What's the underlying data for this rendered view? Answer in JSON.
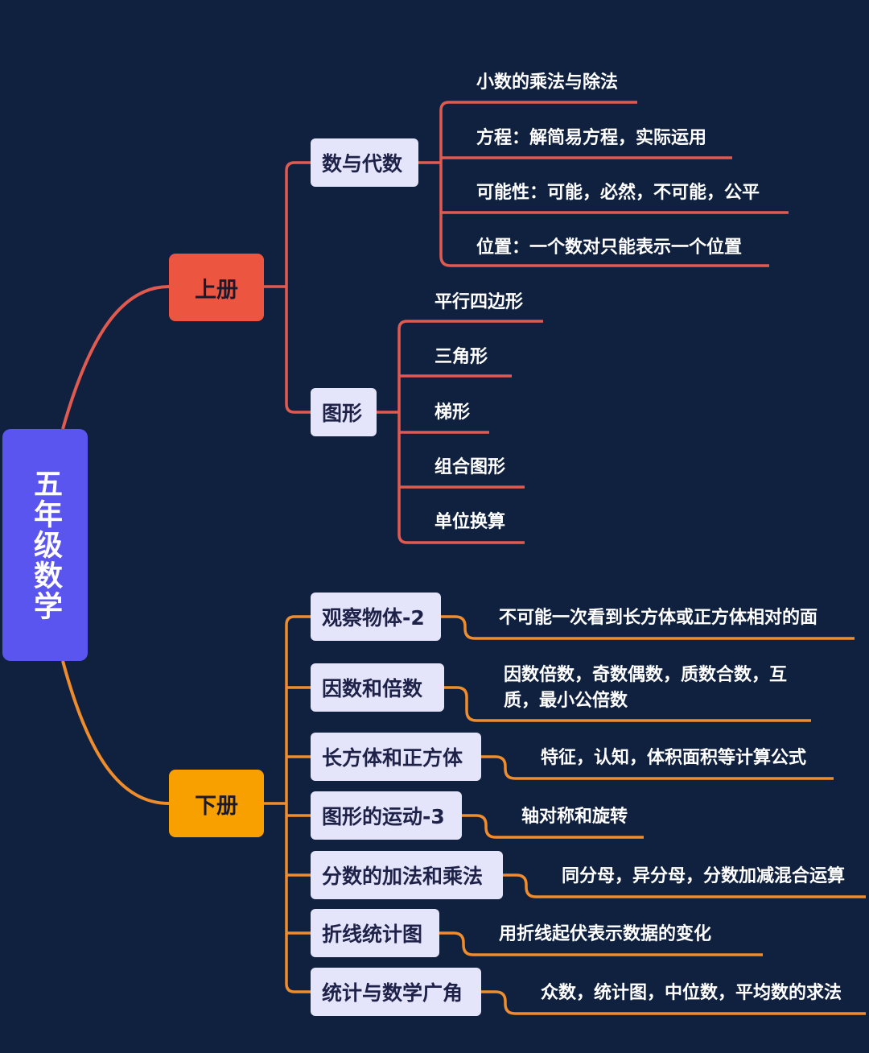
{
  "root": {
    "title": "五年级数学"
  },
  "colors": {
    "background": "#10213f",
    "root": "#5b55f0",
    "upper": "#ec5540",
    "lower": "#f8a000",
    "category": "#e4e4fb",
    "upper_line": "#e15a50",
    "lower_line": "#ef8c2c"
  },
  "upper": {
    "label": "上册",
    "categories": [
      {
        "label": "数与代数",
        "items": [
          "小数的乘法与除法",
          "方程：解简易方程，实际运用",
          "可能性：可能，必然，不可能，公平",
          "位置：一个数对只能表示一个位置"
        ]
      },
      {
        "label": "图形",
        "items": [
          "平行四边形",
          "三角形",
          "梯形",
          "组合图形",
          "单位换算"
        ]
      }
    ]
  },
  "lower": {
    "label": "下册",
    "categories": [
      {
        "label": "观察物体-2",
        "detail": "不可能一次看到长方体或正方体相对的面"
      },
      {
        "label": "因数和倍数",
        "detail": "因数倍数，奇数偶数，质数合数，互质，最小公倍数"
      },
      {
        "label": "长方体和正方体",
        "detail": "特征，认知，体积面积等计算公式"
      },
      {
        "label": "图形的运动-3",
        "detail": "轴对称和旋转"
      },
      {
        "label": "分数的加法和乘法",
        "detail": "同分母，异分母，分数加减混合运算"
      },
      {
        "label": "折线统计图",
        "detail": "用折线起伏表示数据的变化"
      },
      {
        "label": "统计与数学广角",
        "detail": "众数，统计图，中位数，平均数的求法"
      }
    ]
  }
}
